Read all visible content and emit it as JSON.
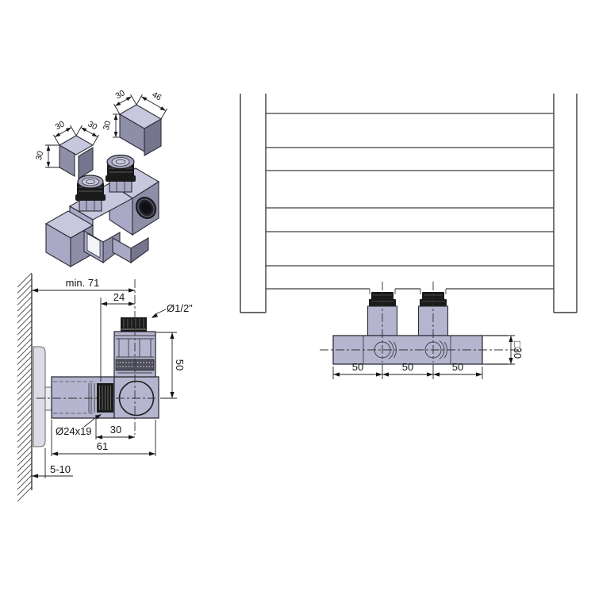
{
  "drawing": {
    "isometric_view": {
      "left_cover": {
        "dim_depth": "30",
        "dim_width": "30",
        "dim_height": "30"
      },
      "right_cover": {
        "dim_depth": "30",
        "dim_width": "46",
        "dim_height": "30"
      }
    },
    "side_view": {
      "dim_wall_min": "min. 71",
      "dim_offset": "24",
      "dim_thread": "Ø1/2\"",
      "dim_height": "50",
      "dim_nut": "Ø24x19",
      "dim_center": "30",
      "dim_length": "61",
      "dim_wall_gap": "5-10"
    },
    "front_view": {
      "dim_span_1": "50",
      "dim_span_2": "50",
      "dim_span_3": "50",
      "dim_profile": "□30"
    }
  },
  "colors": {
    "body": "#b5b5d0",
    "body_light": "#c7c7dd",
    "body_mid": "#a9a9c6",
    "body_dark": "#8e8ea8",
    "body_darker": "#75758e",
    "black": "#1a1a1a",
    "plate": "#dcdce6",
    "outline": "#2e2e38",
    "line": "#3c3c3c"
  }
}
